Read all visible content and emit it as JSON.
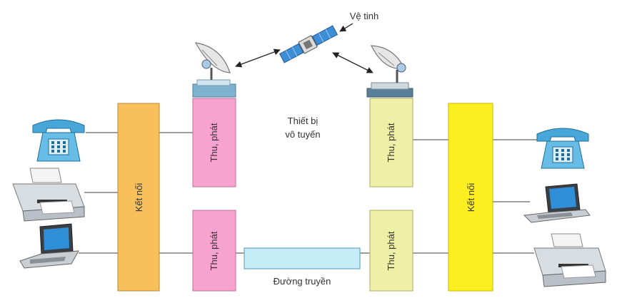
{
  "labels": {
    "satellite": "Vệ tinh",
    "wireless_device_line1": "Thiết bị",
    "wireless_device_line2": "vô tuyến",
    "transmission_line": "Đường truyền"
  },
  "blocks": {
    "connect_left": "Kết nối",
    "connect_right": "Kết nối",
    "transceiver_left_top": "Thu, phát",
    "transceiver_left_bottom": "Thu, phát",
    "transceiver_right_top": "Thu, phát",
    "transceiver_right_bottom": "Thu, phát"
  },
  "colors": {
    "connect_left": "#f8c05a",
    "connect_right": "#fbee21",
    "transceiver": "#f7a3cf",
    "transceiver_right": "#eef0a8",
    "cable": "#c6ecf8",
    "line": "#666666"
  },
  "icons": [
    "telephone-icon",
    "printer-icon",
    "laptop-icon",
    "satellite-dish-icon",
    "satellite-icon"
  ]
}
